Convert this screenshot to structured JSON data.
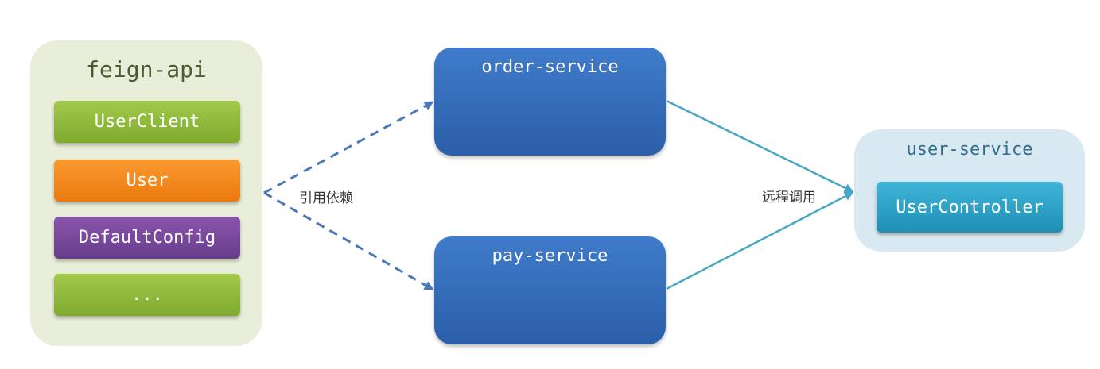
{
  "feign_api": {
    "title": "feign-api",
    "items": [
      {
        "label": "UserClient",
        "color": "#8fbb3c"
      },
      {
        "label": "User",
        "color": "#f58a1f"
      },
      {
        "label": "DefaultConfig",
        "color": "#774a9b"
      },
      {
        "label": "...",
        "color": "#8fbb3c"
      }
    ]
  },
  "services": {
    "order": {
      "title": "order-service",
      "color": "#3570bc"
    },
    "pay": {
      "title": "pay-service",
      "color": "#3570bc"
    }
  },
  "user_service": {
    "title": "user-service",
    "controller": "UserController"
  },
  "edges": {
    "dependency_label": "引用依赖",
    "remote_call_label": "远程调用",
    "dependency_color": "#4a78b8",
    "call_color": "#4aa6c4"
  }
}
